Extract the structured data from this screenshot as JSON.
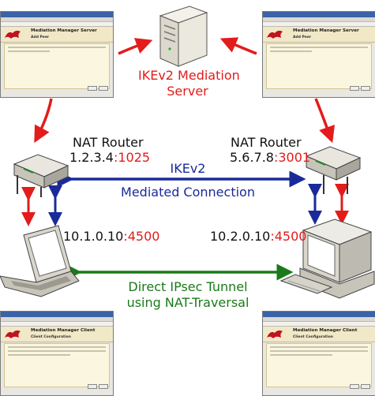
{
  "windows": {
    "server_left": {
      "title": "Mediation Manager Server",
      "subtitle": "Add Peer"
    },
    "server_right": {
      "title": "Mediation Manager Server",
      "subtitle": "Add Peer"
    },
    "client_left": {
      "title": "Mediation Manager Client",
      "subtitle": "Client Configuration"
    },
    "client_right": {
      "title": "Mediation Manager Client",
      "subtitle": "Client Configuration"
    }
  },
  "server": {
    "line1": "IKEv2 Mediation",
    "line2": "Server"
  },
  "router_left": {
    "label": "NAT Router",
    "ip": "1.2.3.4",
    "port": ":1025"
  },
  "router_right": {
    "label": "NAT Router",
    "ip": "5.6.7.8",
    "port": ":3001"
  },
  "host_left": {
    "ip": "10.1.0.10",
    "port": ":4500"
  },
  "host_right": {
    "ip": "10.2.0.10",
    "port": ":4500"
  },
  "mediated": {
    "line1": "IKEv2",
    "line2": "Mediated Connection"
  },
  "tunnel": {
    "line1": "Direct IPsec Tunnel",
    "line2": "using NAT-Traversal"
  },
  "colors": {
    "red": "#e31b1b",
    "blue": "#1a2a9a",
    "green": "#1a7a1a",
    "black": "#111111"
  }
}
